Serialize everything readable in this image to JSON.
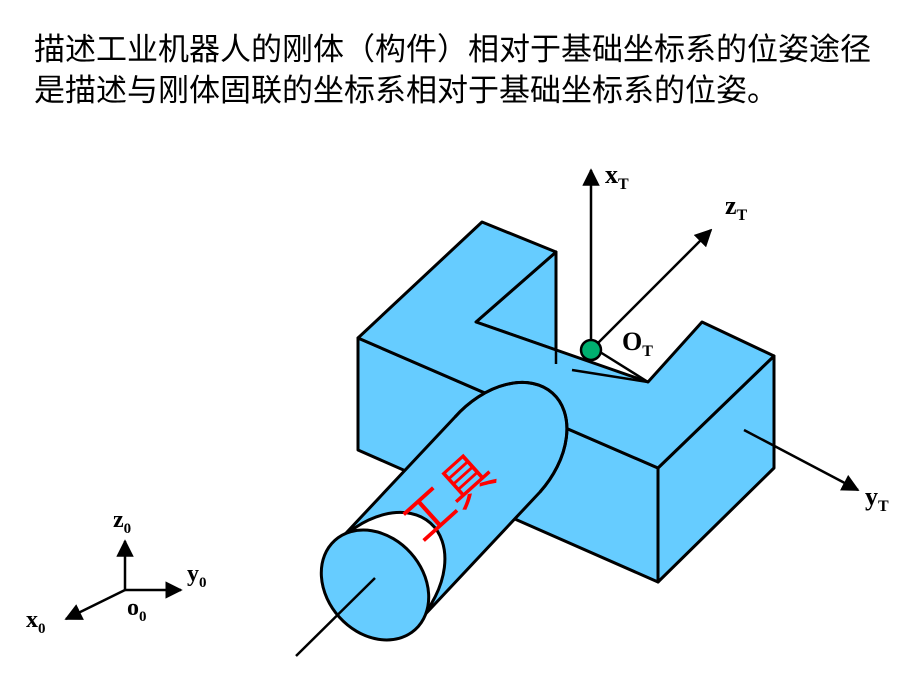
{
  "title": {
    "line1": "描述工业机器人的刚体（构件）相对于基础坐标系的位姿途径",
    "line2": "是描述与刚体固联的坐标系相对于基础坐标系的位姿。"
  },
  "tool_frame": {
    "x_label": "x",
    "x_sub": "T",
    "z_label": "z",
    "z_sub": "T",
    "y_label": "y",
    "y_sub": "T",
    "origin_label": "O",
    "origin_sub": "T"
  },
  "base_frame": {
    "z_label": "z",
    "z_sub": "0",
    "y_label": "y",
    "y_sub": "0",
    "x_label": "x",
    "x_sub": "0",
    "origin_label": "o",
    "origin_sub": "0"
  },
  "tool_text": "工具",
  "colors": {
    "body_fill": "#66ccff",
    "outline": "#000000",
    "origin_dot": "#00b070",
    "tool_text": "#ff0000"
  }
}
